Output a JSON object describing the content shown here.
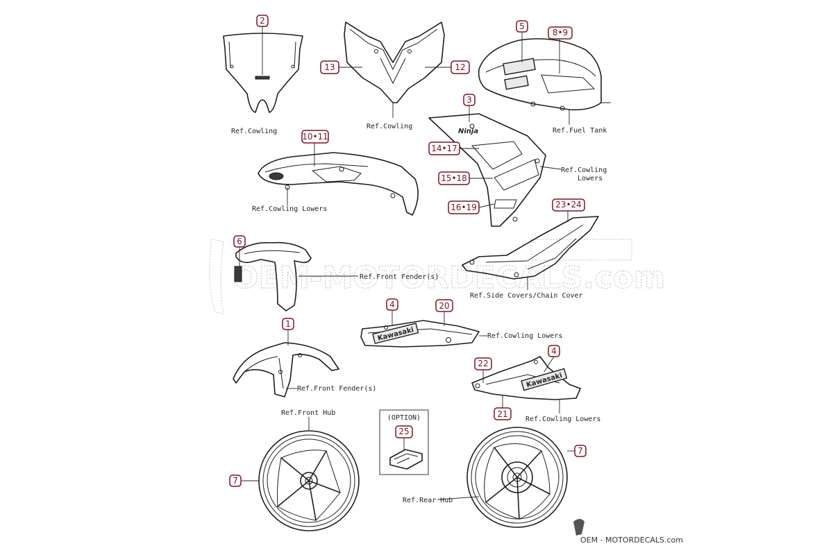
{
  "callouts": {
    "c2": "2",
    "c13": "13",
    "c12": "12",
    "c5": "5",
    "c89": "8•9",
    "c3": "3",
    "c1417": "14•17",
    "c1011": "10•11",
    "c1518": "15•18",
    "c1619": "16•19",
    "c2324": "23•24",
    "c6": "6",
    "c4a": "4",
    "c20": "20",
    "c1": "1",
    "c22": "22",
    "c4b": "4",
    "c21": "21",
    "c25": "25",
    "c7a": "7",
    "c7b": "7"
  },
  "refs": {
    "windscreen": "Ref.Cowling",
    "upper_cowl": "Ref.Cowling",
    "fuel_tank": "Ref.Fuel Tank",
    "side_cowl_lowers": "Ref.Cowling\nLowers",
    "left_cowl_lowers": "Ref.Cowling Lowers",
    "front_fender_top": "Ref.Front Fender(s)",
    "side_covers": "Ref.Side Covers/Chain Cover",
    "belly_pan": "Ref.Cowling Lowers",
    "front_fender": "Ref.Front Fender(s)",
    "belly_pan_right": "Ref.Cowling Lowers",
    "front_hub": "Ref.Front Hub",
    "rear_hub": "Ref.Rear Hub"
  },
  "option_label": "(OPTION)",
  "decals": {
    "kawasaki": "Kawasaki",
    "ninja": "Ninja"
  },
  "watermark": {
    "text": "OEM-MOTORDECALS.com",
    "footer": "OEM - MOTORDECALS.com"
  },
  "colors": {
    "callout": "#7a1420",
    "line": "#1c1c1c",
    "watermark": "#c9c9c9"
  }
}
